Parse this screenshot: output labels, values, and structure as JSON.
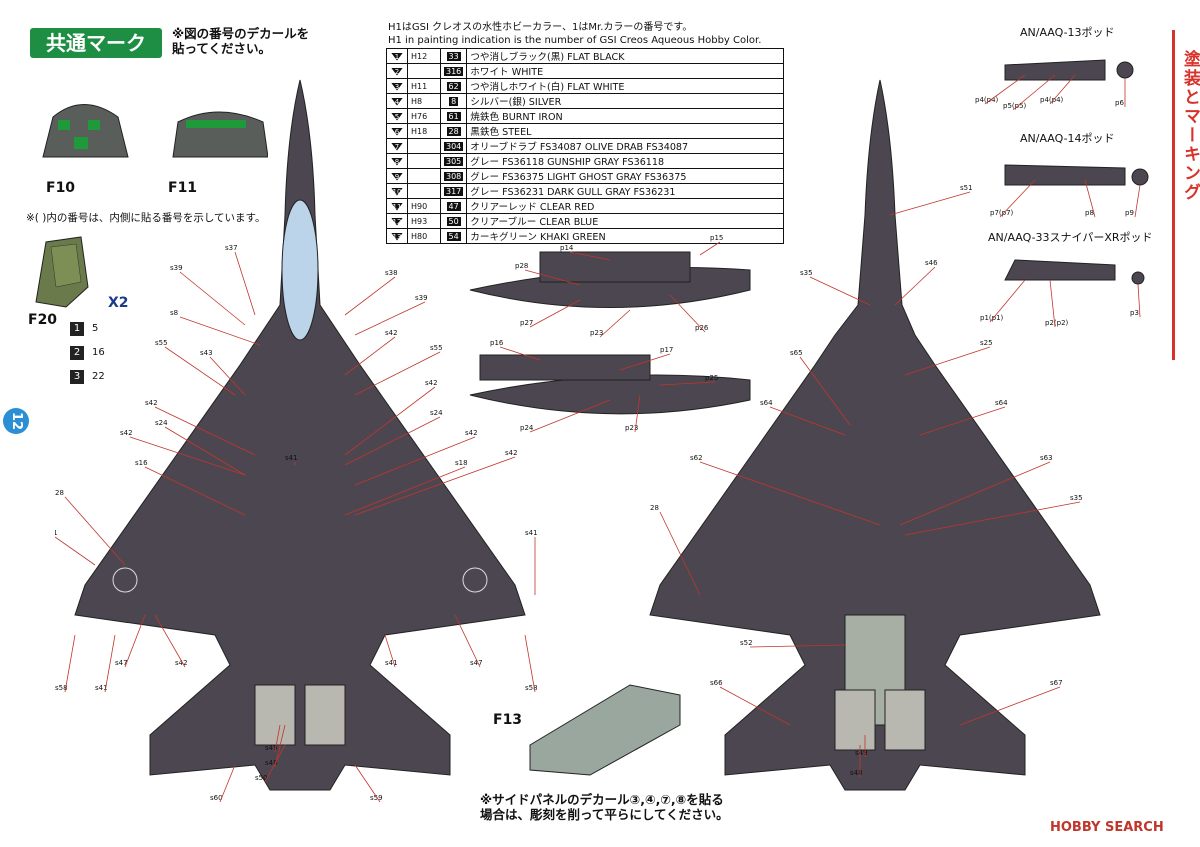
{
  "header": {
    "title": "共通マーク",
    "note_line1": "※図の番号のデカールを",
    "note_line2": "貼ってください。"
  },
  "legend_top": {
    "line1": "H1はGSI クレオスの水性ホビーカラー、1はMr.カラーの番号です。",
    "line2": "H1 in painting indication is the number of GSI Creos Aqueous Hobby Color."
  },
  "paint_table": [
    {
      "n": "1",
      "h": "H12",
      "mr": "33",
      "name": "つや消しブラック(黒)  FLAT BLACK"
    },
    {
      "n": "2",
      "h": "",
      "mr": "316",
      "name": "ホワイト  WHITE"
    },
    {
      "n": "3",
      "h": "H11",
      "mr": "62",
      "name": "つや消しホワイト(白)  FLAT WHITE"
    },
    {
      "n": "4",
      "h": "H8",
      "mr": "8",
      "name": "シルバー(銀)  SILVER"
    },
    {
      "n": "5",
      "h": "H76",
      "mr": "61",
      "name": "焼鉄色  BURNT IRON"
    },
    {
      "n": "6",
      "h": "H18",
      "mr": "28",
      "name": "黒鉄色  STEEL"
    },
    {
      "n": "7",
      "h": "",
      "mr": "304",
      "name": "オリーブドラブ FS34087  OLIVE DRAB FS34087"
    },
    {
      "n": "8",
      "h": "",
      "mr": "305",
      "name": "グレー FS36118  GUNSHIP GRAY FS36118"
    },
    {
      "n": "9",
      "h": "",
      "mr": "308",
      "name": "グレー FS36375  LIGHT GHOST GRAY FS36375"
    },
    {
      "n": "10",
      "h": "",
      "mr": "317",
      "name": "グレー FS36231  DARK GULL GRAY FS36231"
    },
    {
      "n": "11",
      "h": "H90",
      "mr": "47",
      "name": "クリアーレッド  CLEAR RED"
    },
    {
      "n": "12",
      "h": "H93",
      "mr": "50",
      "name": "クリアーブルー  CLEAR BLUE"
    },
    {
      "n": "13",
      "h": "H80",
      "mr": "54",
      "name": "カーキグリーン  KHAKI GREEN"
    }
  ],
  "figures": {
    "f10": "F10",
    "f11": "F11",
    "f20": "F20",
    "f13": "F13",
    "x2": "X2",
    "inner_note": "※( )内の番号は、内側に貼る番号を示しています。",
    "page_number": "12",
    "side_tab": "塗装とマーキング",
    "seat_swatches": [
      {
        "n": "1",
        "v": "5"
      },
      {
        "n": "2",
        "v": "16"
      },
      {
        "n": "3",
        "v": "22"
      }
    ],
    "f13_note_line1": "※サイドパネルのデカール③,④,⑦,⑧を貼る",
    "f13_note_line2": "場合は、彫刻を削って平らにしてください。"
  },
  "pods": {
    "aaq13": "AN/AAQ-13ポッド",
    "aaq14": "AN/AAQ-14ポッド",
    "aaq33": "AN/AAQ-33スナイパーXRポッド"
  },
  "labels_top_view": [
    "s37",
    "s39",
    "s38",
    "s8",
    "s39",
    "s42",
    "s55",
    "s43",
    "s55",
    "s42",
    "s42",
    "s24",
    "s42",
    "s24",
    "s41",
    "s42",
    "s16",
    "s18",
    "s42",
    "28",
    "s41",
    "s41",
    "s42",
    "s47",
    "s58",
    "s41",
    "s47",
    "s41",
    "s58",
    "s49",
    "s48",
    "s50",
    "s60",
    "s59"
  ],
  "labels_bottom_view": [
    "s51",
    "s35",
    "s46",
    "s65",
    "s25",
    "s64",
    "s64",
    "s62",
    "s63",
    "s35",
    "28",
    "s52",
    "s66",
    "s67",
    "s49",
    "s48"
  ],
  "labels_tanks": [
    "p14",
    "p15",
    "p28",
    "p27",
    "p23",
    "p26",
    "p16",
    "p17",
    "p25",
    "p24",
    "p23"
  ],
  "labels_pods": [
    "p4(p4)",
    "p5(p5)",
    "p4(p4)",
    "p6",
    "p7(p7)",
    "p8",
    "p9",
    "p1(p1)",
    "p2(p2)",
    "p3"
  ],
  "watermark": "HOBBY SEARCH",
  "colors": {
    "aircraft": "#4c4650",
    "accent": "#1f8e45",
    "callout": "#c0362c",
    "side_tab": "#d8322a"
  }
}
